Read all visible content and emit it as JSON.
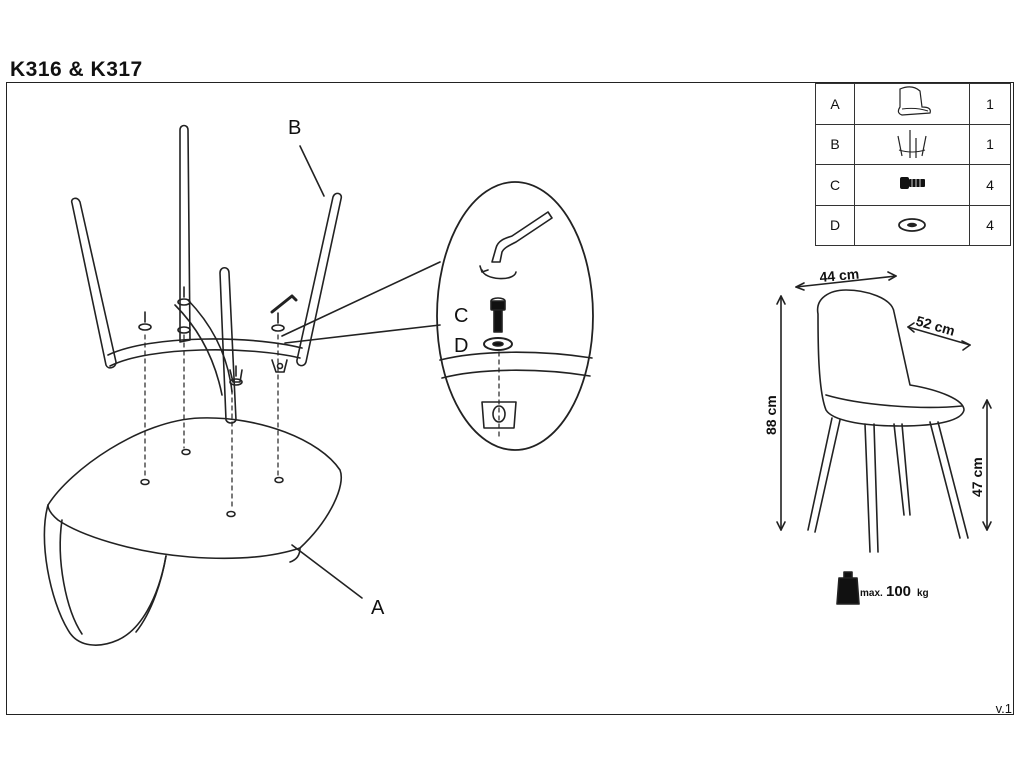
{
  "title": "K316 & K317",
  "version": "v.1",
  "parts_table": [
    {
      "letter": "A",
      "icon": "chair-seat-icon",
      "qty": "1"
    },
    {
      "letter": "B",
      "icon": "chair-legs-icon",
      "qty": "1"
    },
    {
      "letter": "C",
      "icon": "bolt-icon",
      "qty": "4"
    },
    {
      "letter": "D",
      "icon": "washer-icon",
      "qty": "4"
    }
  ],
  "callouts": {
    "seat": "A",
    "legs": "B",
    "bolt": "C",
    "washer": "D"
  },
  "dimensions": {
    "width": "44 cm",
    "depth": "52 cm",
    "height": "88 cm",
    "seat_height": "47 cm"
  },
  "max_load": {
    "prefix": "max.",
    "value": "100",
    "unit": "kg"
  }
}
